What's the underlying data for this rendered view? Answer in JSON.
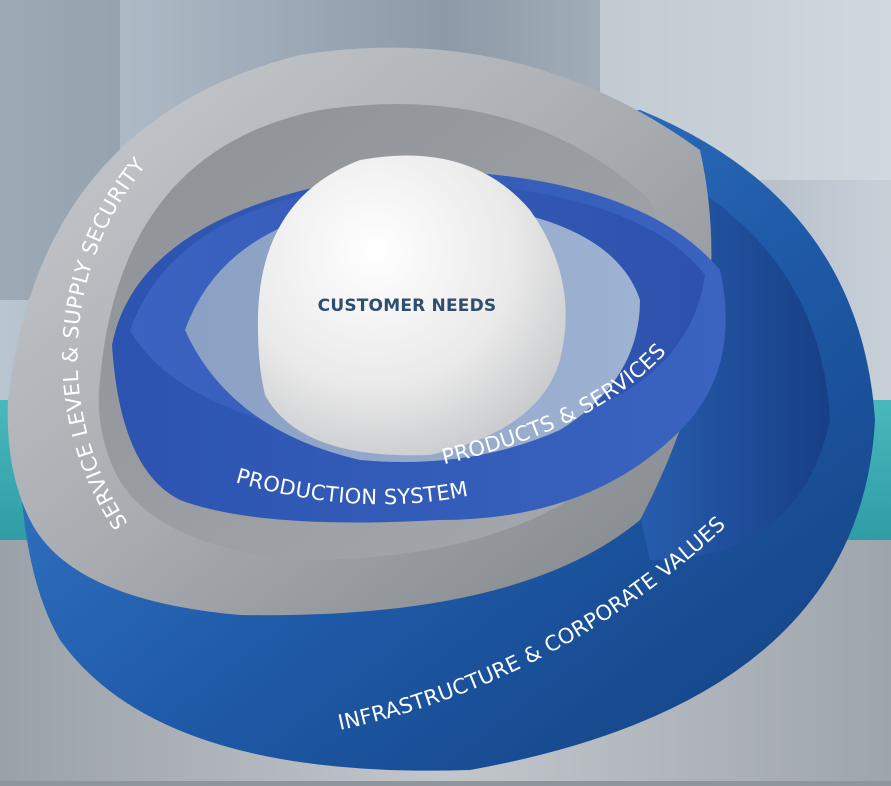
{
  "diagram": {
    "core": {
      "label": "CUSTOMER NEEDS"
    },
    "layers": [
      {
        "id": "products",
        "label": "PRODUCTS & SERVICES"
      },
      {
        "id": "production",
        "label": "PRODUCTION SYSTEM"
      },
      {
        "id": "service",
        "label": "SERVICE LEVEL & SUPPLY SECURITY"
      },
      {
        "id": "infrastructure",
        "label": "INFRASTRUCTURE & CORPORATE VALUES"
      }
    ],
    "colors": {
      "core": "#eeeeee",
      "products": "#8ea6c8",
      "production": "#2f57b3",
      "service": "#b4b7bb",
      "infrastructure": "#235fae",
      "core_text": "#2f4d6e",
      "ring_text": "#ffffff"
    }
  }
}
